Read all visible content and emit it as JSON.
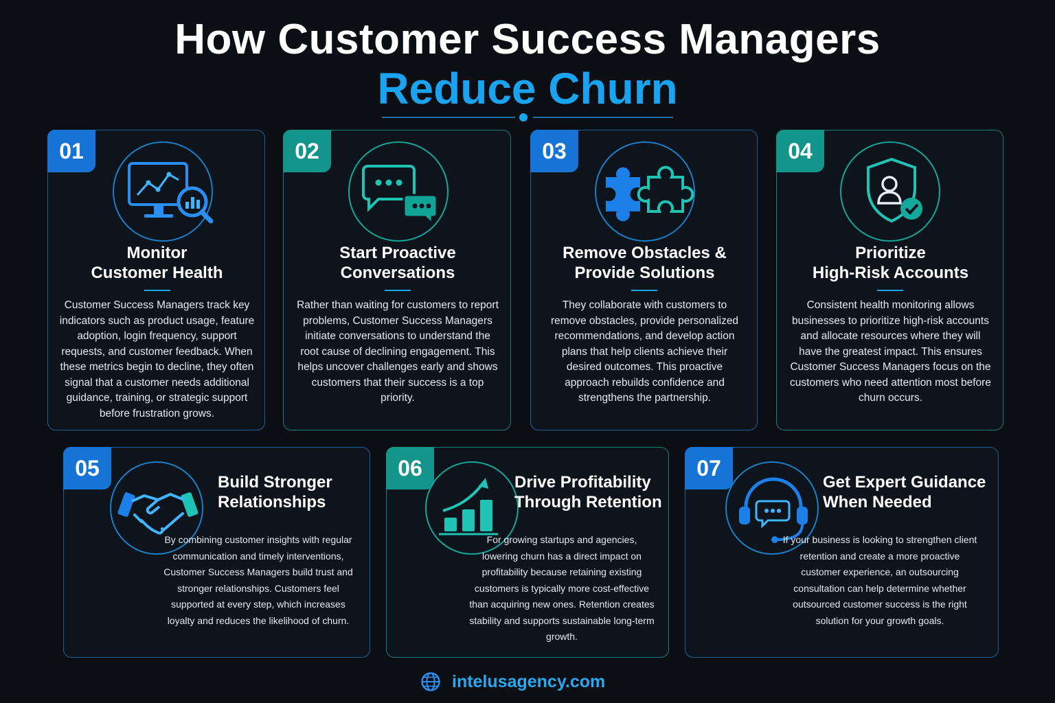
{
  "header": {
    "title_line1": "How Customer Success Managers",
    "title_line2": "Reduce Churn"
  },
  "colors": {
    "background": "#0b0f14",
    "accent_blue": "#1aa3f0",
    "badge_blue": "#1574d6",
    "badge_teal": "#14958b"
  },
  "cards": [
    {
      "number": "01",
      "icon": "monitor-analytics-icon",
      "title_line1": "Monitor",
      "title_line2": "Customer Health",
      "body": "Customer Success Managers track key indicators such as product usage, feature adoption, login frequency, support requests, and customer feedback. When these metrics begin to decline, they often signal that a customer needs additional guidance, training, or strategic support before frustration grows."
    },
    {
      "number": "02",
      "icon": "chat-bubbles-icon",
      "title_line1": "Start Proactive",
      "title_line2": "Conversations",
      "body": "Rather than waiting for customers to report problems, Customer Success Managers initiate conversations to understand the root cause of declining engagement. This helps uncover challenges early and shows customers that their success is a top priority."
    },
    {
      "number": "03",
      "icon": "puzzle-pieces-icon",
      "title_line1": "Remove Obstacles &",
      "title_line2": "Provide Solutions",
      "body": "They collaborate with customers to remove obstacles, provide personalized recommendations, and develop action plans that help clients achieve their desired outcomes. This proactive approach rebuilds confidence and strengthens the partnership."
    },
    {
      "number": "04",
      "icon": "shield-user-check-icon",
      "title_line1": "Prioritize",
      "title_line2": "High-Risk Accounts",
      "body": "Consistent health monitoring allows businesses to prioritize high-risk accounts and allocate resources where they will have the greatest impact. This ensures Customer Success Managers focus on the customers who need attention most before churn occurs."
    },
    {
      "number": "05",
      "icon": "handshake-icon",
      "title_line1": "Build Stronger",
      "title_line2": "Relationships",
      "body": "By combining customer insights with regular communication and timely interventions, Customer Success Managers build trust and stronger relationships. Customers feel supported at every step, which increases loyalty and reduces the likelihood of churn."
    },
    {
      "number": "06",
      "icon": "growth-chart-icon",
      "title_line1": "Drive Profitability",
      "title_line2": "Through Retention",
      "body": "For growing startups and agencies, lowering churn has a direct impact on profitability because retaining existing customers is typically more cost-effective than acquiring new ones. Retention creates stability and supports sustainable long-term growth."
    },
    {
      "number": "07",
      "icon": "headset-icon",
      "title_line1": "Get Expert Guidance",
      "title_line2": "When Needed",
      "body": "If your business is looking to strengthen client retention and create a more proactive customer experience, an outsourcing consultation can help determine whether outsourced customer success is the right solution for your growth goals."
    }
  ],
  "footer": {
    "icon": "globe-icon",
    "url": "intelusagency.com"
  }
}
